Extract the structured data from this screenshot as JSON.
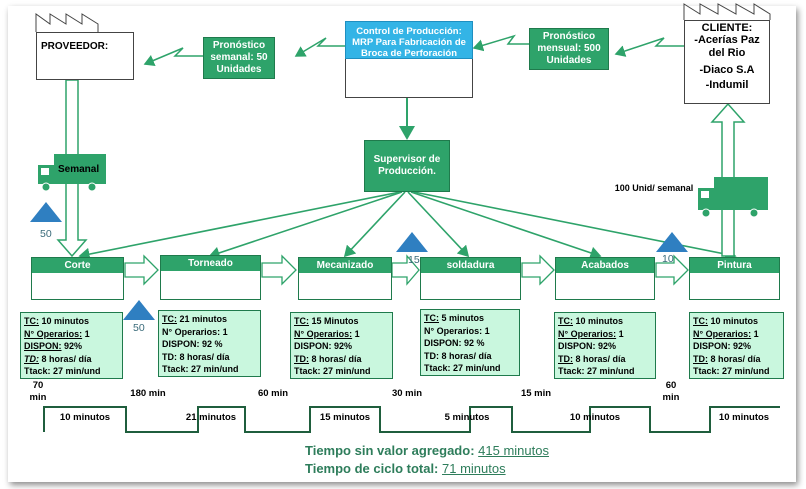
{
  "supplier": {
    "label": "PROVEEDOR:"
  },
  "control": {
    "label": "Control de Producción: MRP Para Fabricación de Broca de Perforación"
  },
  "customer": {
    "title": "CLIENTE:",
    "lines": [
      "-Acerías Paz del Rio",
      "-Diaco S.A",
      "-Indumil"
    ]
  },
  "forecasts": {
    "weekly": "Pronóstico semanal: 50 Unidades",
    "monthly": "Pronóstico mensual: 500 Unidades"
  },
  "supervisor": {
    "label": "Supervisor de Producción."
  },
  "shipments": {
    "inbound": "Semanal",
    "outbound": "100 Unid/ semanal"
  },
  "inventory": {
    "inv1": "50",
    "inv2": "50",
    "inv3": "15",
    "inv4": "10"
  },
  "processes": [
    {
      "name": "Corte",
      "rows": [
        [
          "TC:",
          "10 minutos"
        ],
        [
          "N° Operarios:",
          "1"
        ],
        [
          "DISPON:",
          "92%"
        ],
        [
          "TD:",
          "8 horas/ día"
        ],
        [
          "Ttack:",
          "27 min/und"
        ]
      ]
    },
    {
      "name": "Torneado",
      "rows": [
        [
          "TC:",
          "21 minutos"
        ],
        [
          "N° Operarios:",
          "1"
        ],
        [
          "DISPON:",
          "92 %"
        ],
        [
          "TD:",
          "8 horas/ día"
        ],
        [
          "Ttack:",
          "27 min/und"
        ]
      ]
    },
    {
      "name": "Mecanizado",
      "rows": [
        [
          "TC:",
          "15  Minutos"
        ],
        [
          "N° Operarios:",
          "1"
        ],
        [
          "DISPON:",
          "92%"
        ],
        [
          "TD:",
          "8 horas/ día"
        ],
        [
          "Ttack:",
          "27 min/und"
        ]
      ]
    },
    {
      "name": "soldadura",
      "rows": [
        [
          "TC:",
          "5 minutos"
        ],
        [
          "N° Operarios:",
          "1"
        ],
        [
          "DISPON:",
          "92 %"
        ],
        [
          "TD:",
          "8 horas/ día"
        ],
        [
          "Ttack:",
          "27 min/und"
        ]
      ]
    },
    {
      "name": "Acabados",
      "rows": [
        [
          "TC:",
          "10 minutos"
        ],
        [
          "N° Operarios:",
          "1"
        ],
        [
          "DISPON:",
          "92%"
        ],
        [
          "TD:",
          "8 horas/ día"
        ],
        [
          "Ttack:",
          "27 min/und"
        ]
      ]
    },
    {
      "name": "Pintura",
      "rows": [
        [
          "TC:",
          "10 minutos"
        ],
        [
          "N° Operarios:",
          "1"
        ],
        [
          "DISPON:",
          "92%"
        ],
        [
          "TD:",
          "8 horas/ día"
        ],
        [
          "Ttack:",
          "27 min/und"
        ]
      ]
    }
  ],
  "timeline": {
    "waits": [
      "70 min",
      "180  min",
      "60  min",
      "30  min",
      "15 min",
      "60 min"
    ],
    "cycles": [
      "10 minutos",
      "21 minutos",
      "15 minutos",
      "5 minutos",
      "10 minutos",
      "10 minutos"
    ]
  },
  "summary": {
    "nva_label": "Tiempo sin valor agregado:",
    "nva_value": "415 minutos",
    "ct_label": "Tiempo de ciclo total:",
    "ct_value": "71 minutos"
  },
  "colors": {
    "green": "#2ea36a",
    "dark_green": "#1f7a4c",
    "light_green": "#c9f7de",
    "blue": "#33b4e6",
    "triangle": "#2f7fc1"
  }
}
